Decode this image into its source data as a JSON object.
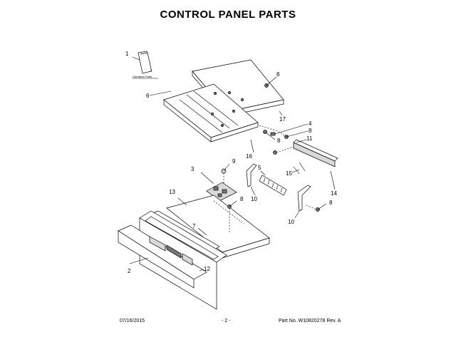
{
  "title": "CONTROL PANEL PARTS",
  "literature_label": "Literature Parts",
  "callouts": [
    {
      "id": "c1",
      "text": "1"
    },
    {
      "id": "c6",
      "text": "6"
    },
    {
      "id": "c8a",
      "text": "8"
    },
    {
      "id": "c17",
      "text": "17"
    },
    {
      "id": "c4",
      "text": "4"
    },
    {
      "id": "c8b",
      "text": "8"
    },
    {
      "id": "c11",
      "text": "11"
    },
    {
      "id": "c8c",
      "text": "8"
    },
    {
      "id": "c16",
      "text": "16"
    },
    {
      "id": "c9",
      "text": "9"
    },
    {
      "id": "c3",
      "text": "3"
    },
    {
      "id": "c5",
      "text": "5"
    },
    {
      "id": "c15",
      "text": "15"
    },
    {
      "id": "c13",
      "text": "13"
    },
    {
      "id": "c8d",
      "text": "8"
    },
    {
      "id": "c10a",
      "text": "10"
    },
    {
      "id": "c14",
      "text": "14"
    },
    {
      "id": "c8e",
      "text": "8"
    },
    {
      "id": "c10b",
      "text": "10"
    },
    {
      "id": "c7",
      "text": "7"
    },
    {
      "id": "c2",
      "text": "2"
    },
    {
      "id": "c12",
      "text": "12"
    }
  ],
  "footer": {
    "date": "07/16/2015",
    "page": "- 2 -",
    "part_no": "Part No. W10820278  Rev. A"
  }
}
